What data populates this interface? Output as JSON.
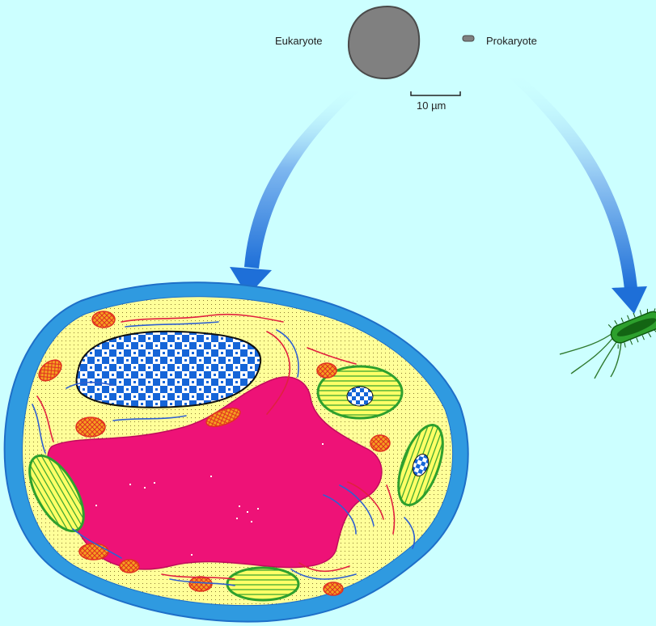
{
  "labels": {
    "eukaryote": "Eukaryote",
    "prokaryote": "Prokaryote",
    "scale_bar": "10 µm"
  },
  "colors": {
    "background": "#CCFFFF",
    "cell_wall": "#2F9AE0",
    "cell_wall_inner": "#1E78C8",
    "cytoplasm": "#FFFF99",
    "vacuole": "#EE1277",
    "nucleus_blue": "#1565D8",
    "nucleus_white": "#FFFFFF",
    "chloroplast_green": "#2EA02E",
    "chloroplast_fill": "#FFFF66",
    "mitochondria_orange": "#F08020",
    "mitochondria_red": "#E03020",
    "er_red": "#E02040",
    "er_blue": "#3060D0",
    "arrow_blue": "#1E6FD8",
    "cell_grey": "#808080",
    "bacterium_green": "#2DA02D"
  }
}
